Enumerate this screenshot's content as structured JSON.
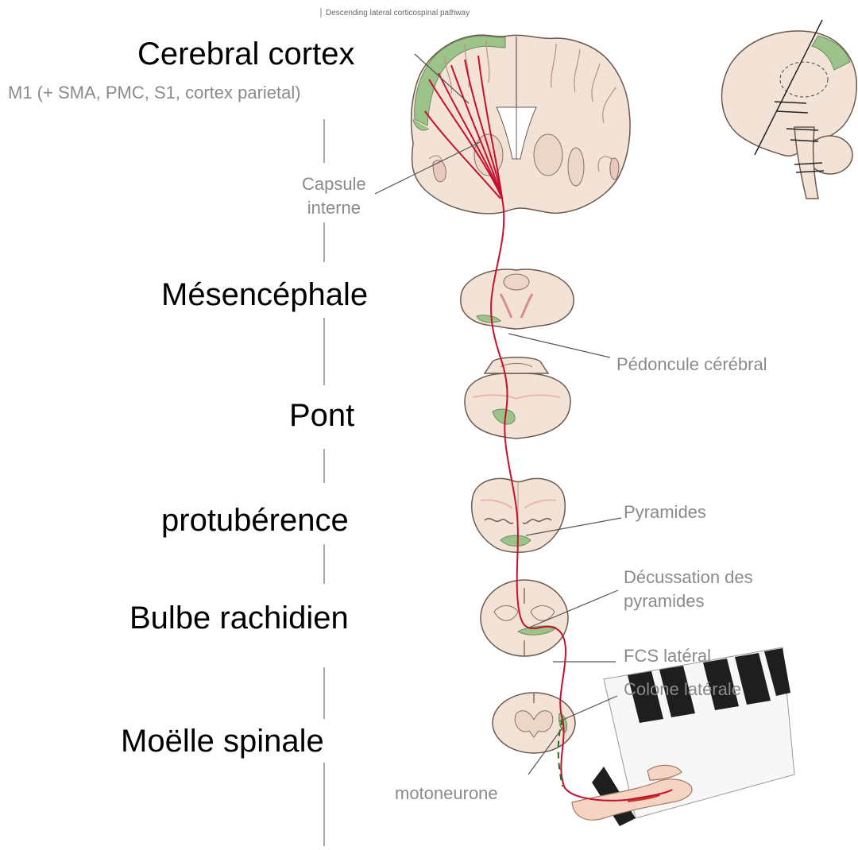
{
  "figure": {
    "caption": "Descending lateral corticospinal pathway"
  },
  "levels": {
    "cortex": "Cerebral cortex",
    "cortex_areas": "M1 (+ SMA, PMC, S1, cortex parietal)",
    "mesencephale": "Mésencéphale",
    "pont": "Pont",
    "protuberence": "protubérence",
    "bulbe": "Bulbe rachidien",
    "moelle": "Moëlle spinale"
  },
  "annotations": {
    "capsule_line1": "Capsule",
    "capsule_line2": "interne",
    "pedoncule": "Pédoncule cérébral",
    "pyramides": "Pyramides",
    "decussation_line1": "Décussation des",
    "decussation_line2": "pyramides",
    "fcs": "FCS latéral",
    "colone": "Colone latérale",
    "motoneurone": "motoneurone"
  },
  "colors": {
    "tissue": "#f3e3d6",
    "tissue_outline": "#6b5a50",
    "gray_matter": "#e8c9c0",
    "motor_cortex": "#9cc48a",
    "tract": "#c8102e",
    "leader_line": "#555555",
    "label_gray": "#8a8a8a"
  }
}
